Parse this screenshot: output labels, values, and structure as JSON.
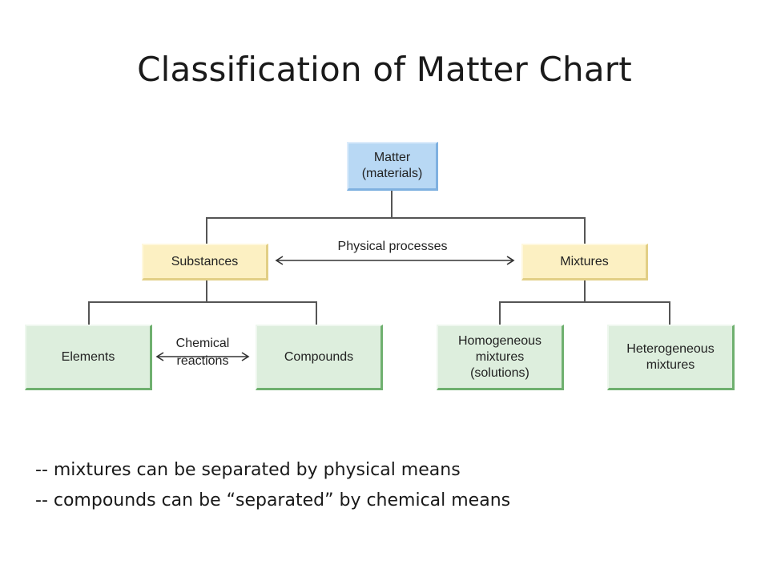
{
  "title": "Classification of Matter Chart",
  "nodes": {
    "matter": "Matter\n(materials)",
    "substances": "Substances",
    "mixtures": "Mixtures",
    "elements": "Elements",
    "compounds": "Compounds",
    "homogeneous": "Homogeneous\nmixtures\n(solutions)",
    "heterogeneous": "Heterogeneous\nmixtures"
  },
  "connectors": {
    "physical": "Physical processes",
    "chemical": "Chemical\nreactions"
  },
  "notes": [
    "-- mixtures can be separated by physical means",
    "-- compounds can be “separated” by chemical means"
  ],
  "colors": {
    "top_node": "#b8d8f4",
    "middle_nodes": "#fcf0c2",
    "leaf_nodes": "#ddeedd",
    "lines": "#555555"
  }
}
